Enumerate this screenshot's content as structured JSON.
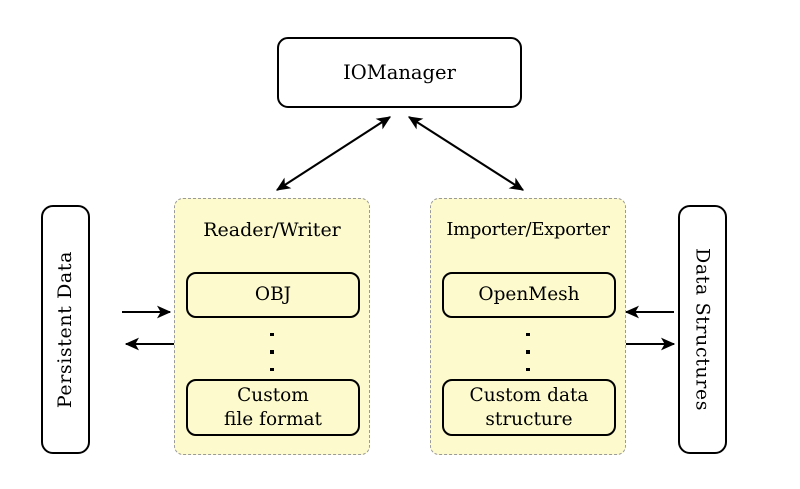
{
  "diagram": {
    "title": "IOManager architecture diagram",
    "colors": {
      "group_fill": "#fdfbcd",
      "group_border": "#9a9a9a",
      "node_border": "#000000",
      "node_fill": "#ffffff",
      "arrow": "#000000",
      "background": "#ffffff"
    },
    "manager": {
      "label": "IOManager"
    },
    "left_endpoint": {
      "label": "Persistent Data",
      "orientation": "vertical-bottom-to-top"
    },
    "right_endpoint": {
      "label": "Data Structures",
      "orientation": "vertical-top-to-bottom"
    },
    "groups": [
      {
        "id": "reader-writer",
        "title": "Reader/Writer",
        "items": [
          {
            "label": "OBJ"
          },
          {
            "label": "Custom\nfile format",
            "line1": "Custom",
            "line2": "file format"
          }
        ],
        "ellipsis": "⋮"
      },
      {
        "id": "importer-exporter",
        "title": "Importer/Exporter",
        "items": [
          {
            "label": "OpenMesh"
          },
          {
            "label": "Custom data\nstructure",
            "line1": "Custom data",
            "line2": "structure"
          }
        ],
        "ellipsis": "⋮"
      }
    ],
    "connections": [
      {
        "id": "manager-to-reader-writer",
        "from": "IOManager",
        "to": "Reader/Writer",
        "style": "double-headed"
      },
      {
        "id": "manager-to-importer-exporter",
        "from": "IOManager",
        "to": "Importer/Exporter",
        "style": "double-headed"
      },
      {
        "id": "persistent-data-to-reader-writer",
        "from": "Persistent Data",
        "to": "Reader/Writer",
        "style": "single-headed-right"
      },
      {
        "id": "reader-writer-to-persistent-data",
        "from": "Reader/Writer",
        "to": "Persistent Data",
        "style": "single-headed-left"
      },
      {
        "id": "data-structures-to-importer-exporter",
        "from": "Data Structures",
        "to": "Importer/Exporter",
        "style": "single-headed-left"
      },
      {
        "id": "importer-exporter-to-data-structures",
        "from": "Importer/Exporter",
        "to": "Data Structures",
        "style": "single-headed-right"
      }
    ]
  }
}
